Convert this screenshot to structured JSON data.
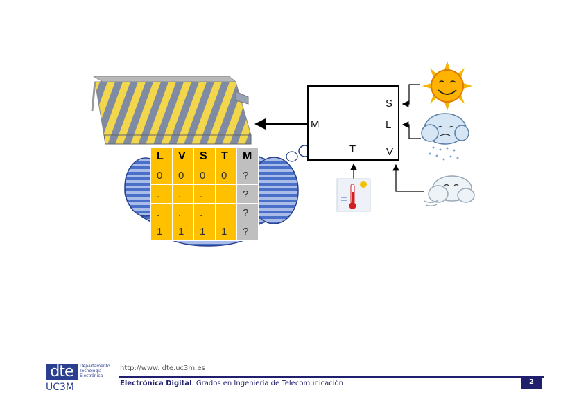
{
  "controller": {
    "inputs": [
      "S",
      "L",
      "V"
    ],
    "temp_input": "T",
    "output": "M"
  },
  "truth_table": {
    "headers": [
      "L",
      "V",
      "S",
      "T",
      "M"
    ],
    "rows": [
      [
        "0",
        "0",
        "0",
        "0",
        "?"
      ],
      [
        ".",
        ".",
        ".",
        "",
        "?"
      ],
      [
        ".",
        ".",
        ".",
        "",
        "?"
      ],
      [
        "1",
        "1",
        "1",
        "1",
        "?"
      ]
    ]
  },
  "footer": {
    "logo_text": "dte",
    "logo_dept_1": "Departamento",
    "logo_dept_2": "Tecnología",
    "logo_dept_3": "Electrónica",
    "logo_uni": "UC3M",
    "url": "http://www. dte.uc3m.es",
    "course_bold": "Electrónica Digital",
    "course_rest": ".  Grados en Ingeniería de Telecomunicación",
    "page_number": "2"
  },
  "icons": [
    "awning-icon",
    "sun-icon",
    "rain-cloud-icon",
    "wind-cloud-icon",
    "thermometer-icon",
    "thought-cloud-icon"
  ]
}
